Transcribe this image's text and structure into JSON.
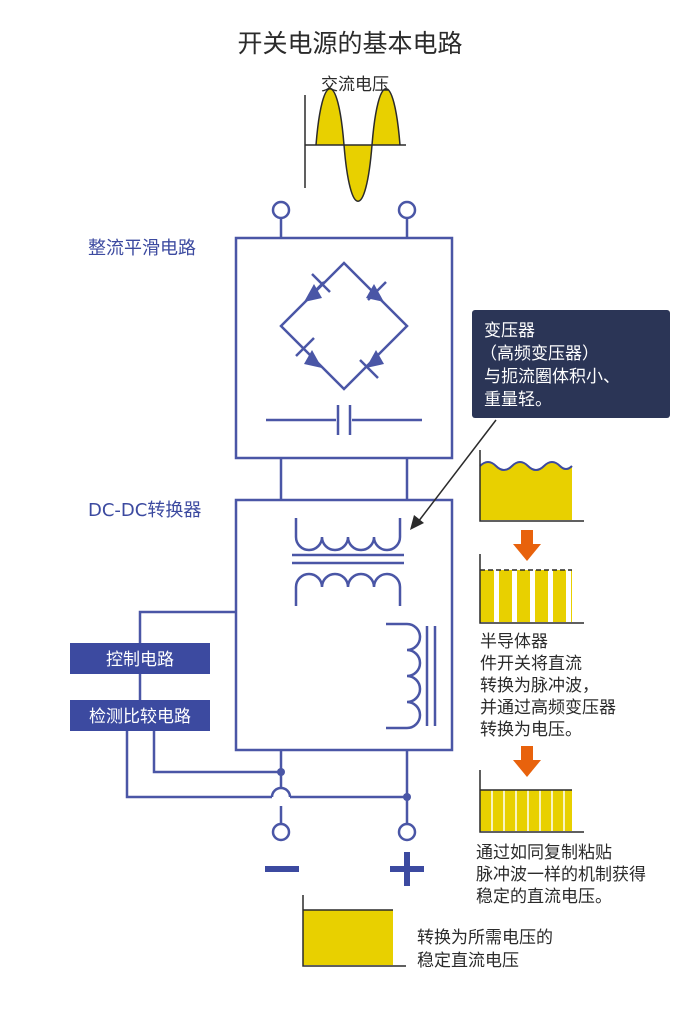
{
  "title": "开关电源的基本电路",
  "ac_label": "交流电压",
  "rectifier_label": "整流平滑电路",
  "dcdc_label": "DC-DC转换器",
  "control_label": "控制电路",
  "detect_label": "检测比较电路",
  "callout_lines": [
    "变压器",
    "（高频变压器）",
    "与扼流圈体积小、",
    "重量轻。"
  ],
  "semiconductor_lines": [
    "半导体器",
    "件开关将直流",
    "转换为脉冲波，",
    "并通过高频变压器",
    "转换为电压。"
  ],
  "copy_lines": [
    "通过如同复制粘贴",
    "脉冲波一样的机制获得",
    "稳定的直流电压。"
  ],
  "output_lines": [
    "转换为所需电压的",
    "稳定直流电压"
  ],
  "minus_symbol": "−",
  "plus_symbol": "+",
  "colors": {
    "circuit": "#4a56a6",
    "label_blue": "#3c4aa0",
    "callout_bg": "#2b3556",
    "wave_fill": "#e8d000",
    "arrow": "#e8620c",
    "text": "#2b2b2b"
  }
}
